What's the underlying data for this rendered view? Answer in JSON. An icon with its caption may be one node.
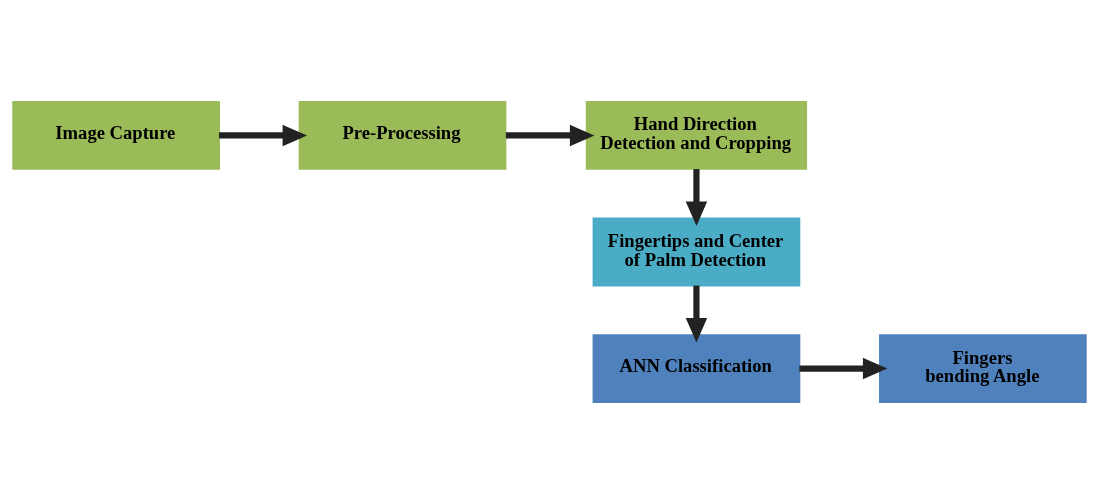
{
  "diagram": {
    "nodes": [
      {
        "text": [
          "Image Capture"
        ]
      },
      {
        "text": [
          "Pre-Processing"
        ]
      },
      {
        "text": [
          "Hand Direction Detection and Cropping"
        ]
      },
      {
        "text": [
          "Fingertips and Center of Palm Detection"
        ]
      },
      {
        "text": [
          "ANN Classification"
        ]
      },
      {
        "text": [
          "Fingers bending Angle"
        ]
      }
    ],
    "edges": [
      {
        "from": 0,
        "to": 1,
        "arrow": "to"
      },
      {
        "from": 1,
        "to": 2,
        "arrow": "to"
      },
      {
        "from": 2,
        "to": 3,
        "arrow": "to"
      },
      {
        "from": 3,
        "to": 4,
        "arrow": "to"
      },
      {
        "from": 4,
        "to": 5,
        "arrow": "to"
      }
    ]
  }
}
